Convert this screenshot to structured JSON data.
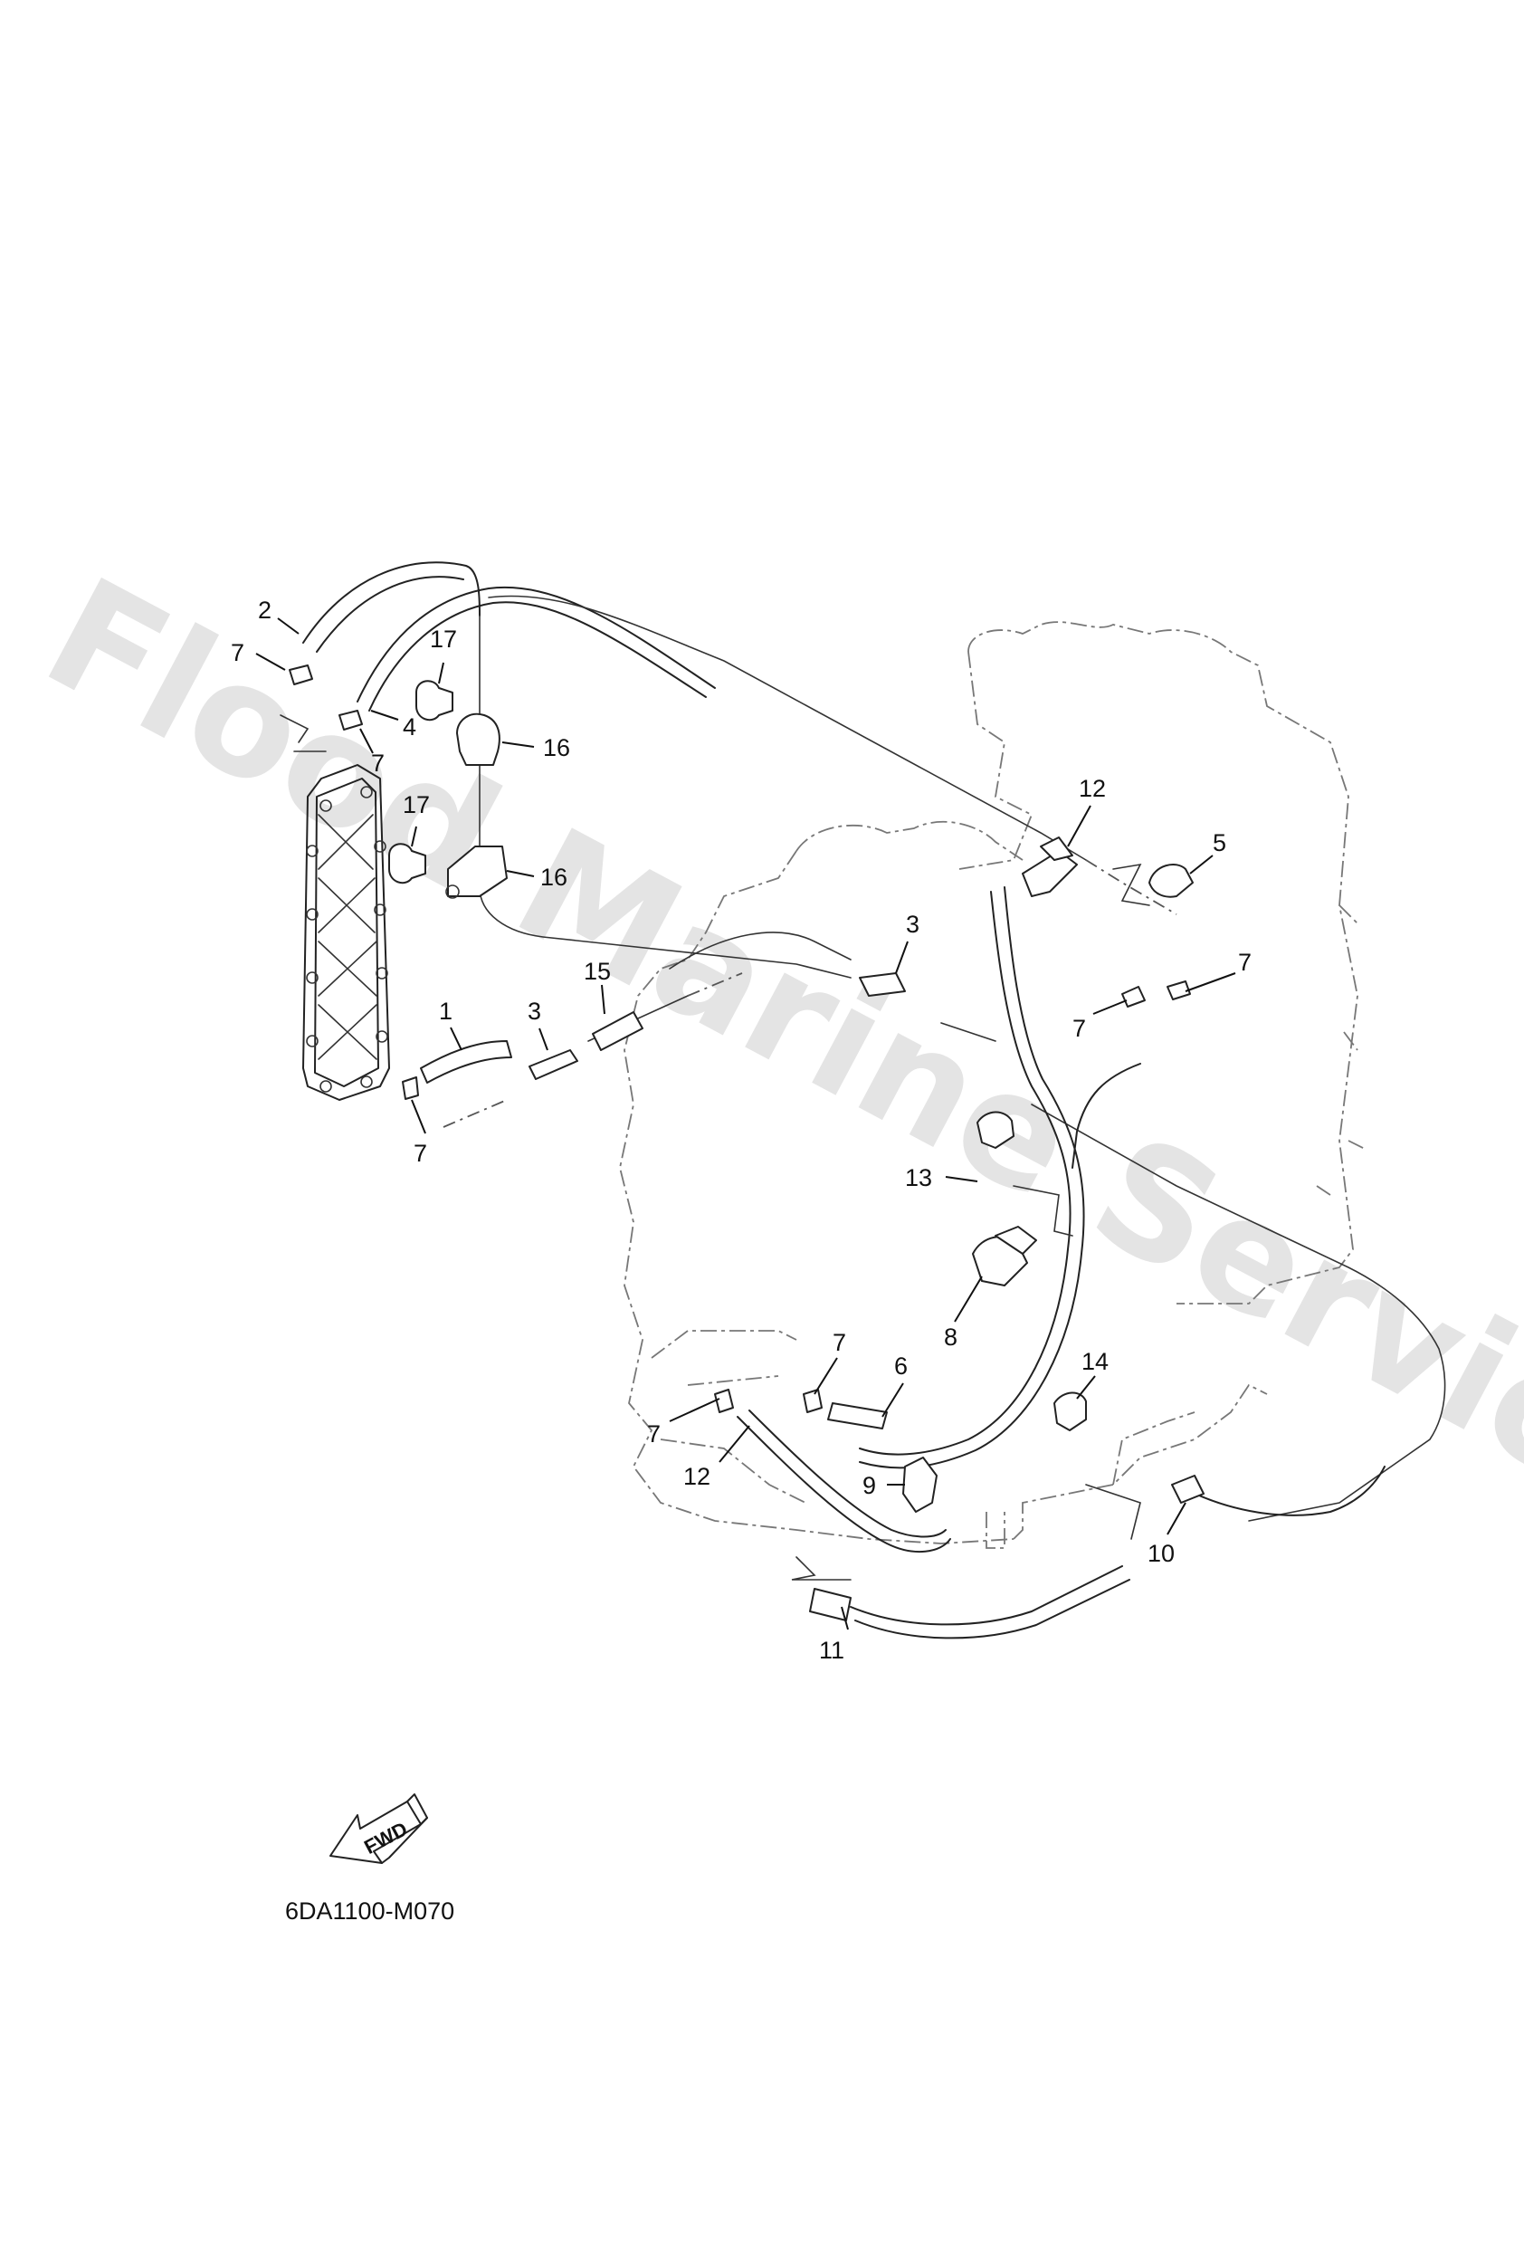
{
  "diagram": {
    "code": "6DA1100-M070",
    "watermark": "Flood Marine Services",
    "fwd_label": "FWD",
    "callouts": [
      {
        "id": "c1",
        "label": "1"
      },
      {
        "id": "c2",
        "label": "2"
      },
      {
        "id": "c3a",
        "label": "3"
      },
      {
        "id": "c3b",
        "label": "3"
      },
      {
        "id": "c4",
        "label": "4"
      },
      {
        "id": "c5",
        "label": "5"
      },
      {
        "id": "c6",
        "label": "6"
      },
      {
        "id": "c7a",
        "label": "7"
      },
      {
        "id": "c7b",
        "label": "7"
      },
      {
        "id": "c7c",
        "label": "7"
      },
      {
        "id": "c7d",
        "label": "7"
      },
      {
        "id": "c7e",
        "label": "7"
      },
      {
        "id": "c7f",
        "label": "7"
      },
      {
        "id": "c7g",
        "label": "7"
      },
      {
        "id": "c8",
        "label": "8"
      },
      {
        "id": "c9",
        "label": "9"
      },
      {
        "id": "c10",
        "label": "10"
      },
      {
        "id": "c11",
        "label": "11"
      },
      {
        "id": "c12a",
        "label": "12"
      },
      {
        "id": "c12b",
        "label": "12"
      },
      {
        "id": "c13",
        "label": "13"
      },
      {
        "id": "c14",
        "label": "14"
      },
      {
        "id": "c15",
        "label": "15"
      },
      {
        "id": "c16a",
        "label": "16"
      },
      {
        "id": "c16b",
        "label": "16"
      },
      {
        "id": "c17a",
        "label": "17"
      },
      {
        "id": "c17b",
        "label": "17"
      }
    ]
  }
}
